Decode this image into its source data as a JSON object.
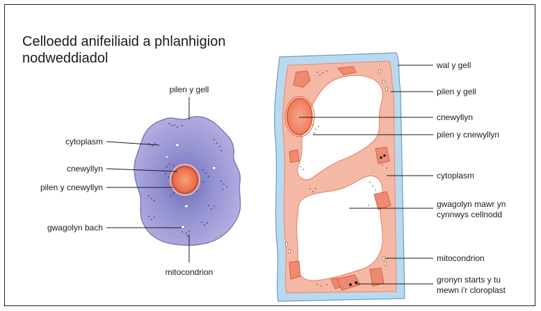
{
  "title": {
    "line1": "Celloedd anifeiliaid a phlanhigion",
    "line2": "nodweddiadol"
  },
  "animal_cell": {
    "labels": {
      "cell_membrane": "pilen y gell",
      "cytoplasm": "cytoplasm",
      "nucleus": "cnewyllyn",
      "nuclear_membrane": "pilen y cnewyllyn",
      "small_vacuole": "gwagolyn bach",
      "mitochondria": "mitocondrion"
    }
  },
  "plant_cell": {
    "labels": {
      "cell_wall": "wal y gell",
      "cell_membrane": "pilen y gell",
      "nucleus": "cnewyllyn",
      "nuclear_membrane": "pilen y cnewyllyn",
      "cytoplasm": "cytoplasm",
      "large_vacuole_line1": "gwagolyn mawr yn",
      "large_vacuole_line2": "cynnwys cellnodd",
      "mitochondria": "mitocondrion",
      "starch_line1": "gronyn starts y tu",
      "starch_line2": "mewn i'r cloroplast"
    }
  },
  "colors": {
    "animal_cytoplasm": "#a9a6dd",
    "animal_center": "#6f6bb8",
    "nucleus": "#f07a56",
    "plant_wall": "#b9d9ef",
    "plant_cytoplasm": "#f5b8a4",
    "chloroplast": "#ef8a72"
  }
}
